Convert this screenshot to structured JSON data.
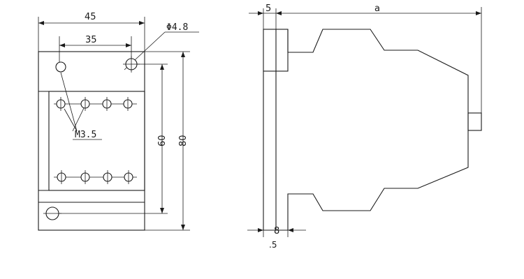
{
  "front_view": {
    "dim_width_outer": "45",
    "dim_width_inner": "35",
    "dim_hole_diameter": "Φ4.8",
    "dim_thread": "M3.5",
    "dim_height_inner": "60",
    "dim_height_outer": "80"
  },
  "side_view": {
    "dim_flange": "5",
    "dim_depth": "a",
    "dim_base": "8",
    "dim_base_decimal": ".5"
  },
  "colors": {
    "line": "#1a1a1a",
    "background": "#ffffff"
  }
}
